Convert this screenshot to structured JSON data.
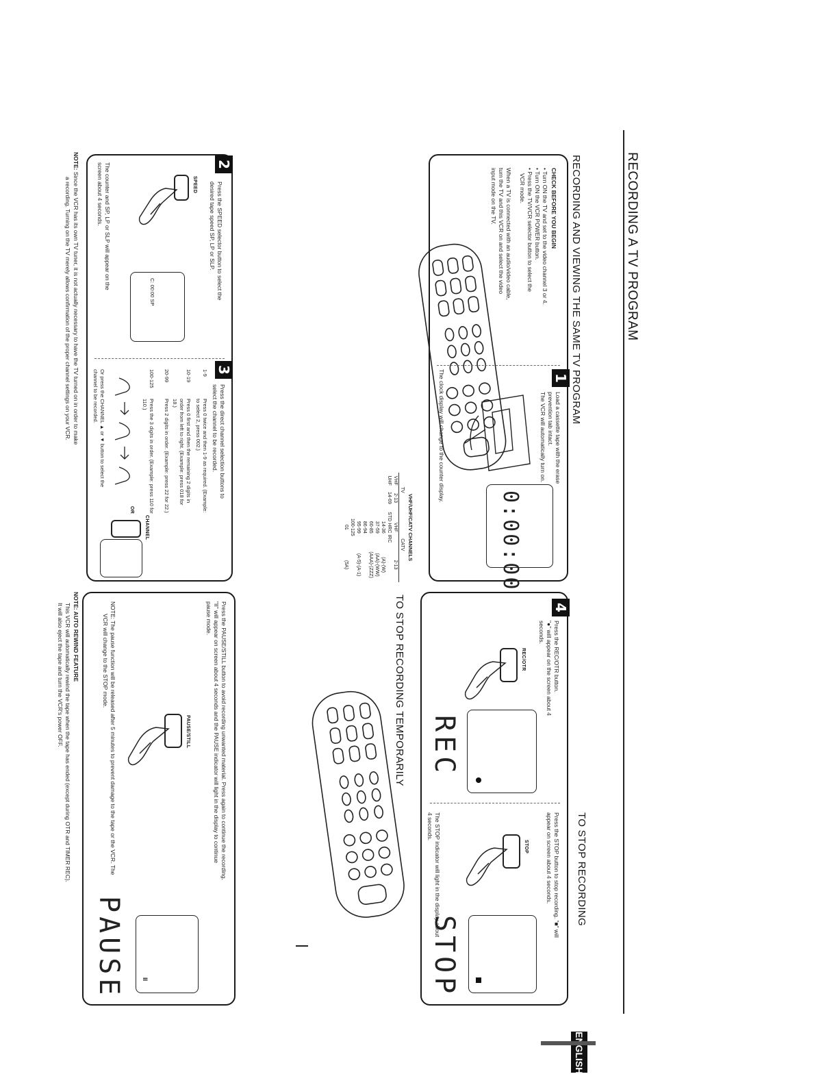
{
  "page": {
    "title": "RECORDING A TV PROGRAM",
    "language_badge": "ENGLISH"
  },
  "left": {
    "section_title": "RECORDING AND VIEWING THE SAME TV PROGRAM",
    "check": {
      "heading": "CHECK BEFORE YOU BEGIN",
      "line1": "• Turn ON the TV and set to the video channel 3 or 4.",
      "line2": "• Turn ON the VCR POWER button.",
      "line3": "• Press the TV/VCR selector button to select the",
      "line4": "VCR mode.",
      "para1": "When a TV is connected with an audio/video cable,",
      "para2": "turn the TV and this VCR on and select the video",
      "para3": "input mode on the TV."
    },
    "step1": {
      "num": "1",
      "line1": "Load a cassette tape with the erase",
      "line2": "prevention tab intact.",
      "line3": "The VCR will automatically turn on.",
      "counter": "0:00:00",
      "caption": "The clock display will change to the counter display."
    },
    "step2": {
      "num": "2",
      "line1": "Press the SPEED selector button to select the",
      "line2": "desired tape speed SP, LP or SLP.",
      "button": "SPEED",
      "screen_text": "C: 00:00 SP",
      "caption1": "The counter and SP, LP or SLP will appear on the",
      "caption2": "screen about 4 seconds."
    },
    "step3": {
      "num": "3",
      "line1": "Press the direct channel selection buttons to",
      "line2": "select the channel to be recorded.",
      "rows": [
        {
          "range": "1-9",
          "text": "Press 0 twice and then 1-9 as required. (Example: to select 2, press 002.)"
        },
        {
          "range": "10-19",
          "text": "Press 0 first and then the remaining 2 digits in order from left to right. (Example: press 018 for 18.)"
        },
        {
          "range": "20-99",
          "text": "Press 2 digits in order. (Example: press 22 for 22.)"
        },
        {
          "range": "100-125",
          "text": "Press the 3 digits in order. (Example: press 110 for 110.)"
        }
      ],
      "or_label": "OR",
      "channel_label": "CHANNEL",
      "alt1": "Or press the CHANNEL ▲ or ▼ button to select the",
      "alt2": "channel to be recorded."
    },
    "channels_table": {
      "title": "VHF/UHF/CATV CHANNELS",
      "headers": [
        "TV",
        "CATV"
      ],
      "sub_headers": [
        "VHF",
        "2-13",
        "VHF",
        "2-13"
      ],
      "rows": [
        [
          "UHF",
          "14-69",
          "STD HRC IRC",
          ""
        ],
        [
          "",
          "",
          "14-36",
          "(A)-(W)"
        ],
        [
          "",
          "",
          "37-59",
          "(AA)-(WW)"
        ],
        [
          "",
          "",
          "60-85",
          "(AAA)-(ZZZ)"
        ],
        [
          "",
          "",
          "86-94",
          ""
        ],
        [
          "",
          "",
          "95-99",
          "(A-5)-(A-1)"
        ],
        [
          "",
          "",
          "100-125",
          ""
        ],
        [
          "",
          "",
          "01",
          "(5A)"
        ]
      ]
    },
    "note": {
      "label": "NOTE:",
      "line1": "Since the VCR has its own TV tuner, it is not actually necessary to have the TV turned on in order to make",
      "line2": "a recording. Turning on the TV merely allows confirmation of the proper channel settings on your VCR."
    }
  },
  "right": {
    "step4": {
      "num": "4",
      "line1": "Press the REC/OTR button.",
      "line2": "\"●\" will appear on the screen about 4",
      "line3": "seconds.",
      "button": "REC/OTR",
      "display": "REC"
    },
    "stop": {
      "title": "TO STOP RECORDING",
      "line1": "Press the STOP button to stop recording. \"■\" will",
      "line2": "appear on screen about 4 seconds.",
      "button": "STOP",
      "display": "STOP",
      "caption1": "The STOP indicator will light in the display about",
      "caption2": "4 seconds."
    },
    "pause": {
      "title": "TO STOP RECORDING TEMPORARILY",
      "line1": "Press the PAUSE/STILL button to avoid recording unwanted material. Press again to continue the recording.",
      "line2": "\"II\" will appear on screen about 4 seconds and the PAUSE indicator will light in the display to continue",
      "line3": "pause mode.",
      "button": "PAUSE/STILL",
      "display": "PAUSE",
      "note1": "NOTE: The pause function will be released after 5 minutes to prevent damage to the tape or the VCR. The",
      "note2": "VCR will change to the STOP mode."
    },
    "auto_rewind": {
      "heading": "NOTE: AUTO REWIND FEATURE",
      "line1": "This VCR will automatically rewind the tape when the tape has ended (except during OTR and TIMER REC).",
      "line2": "It will also eject the tape and turn the VCR's power OFF."
    }
  }
}
